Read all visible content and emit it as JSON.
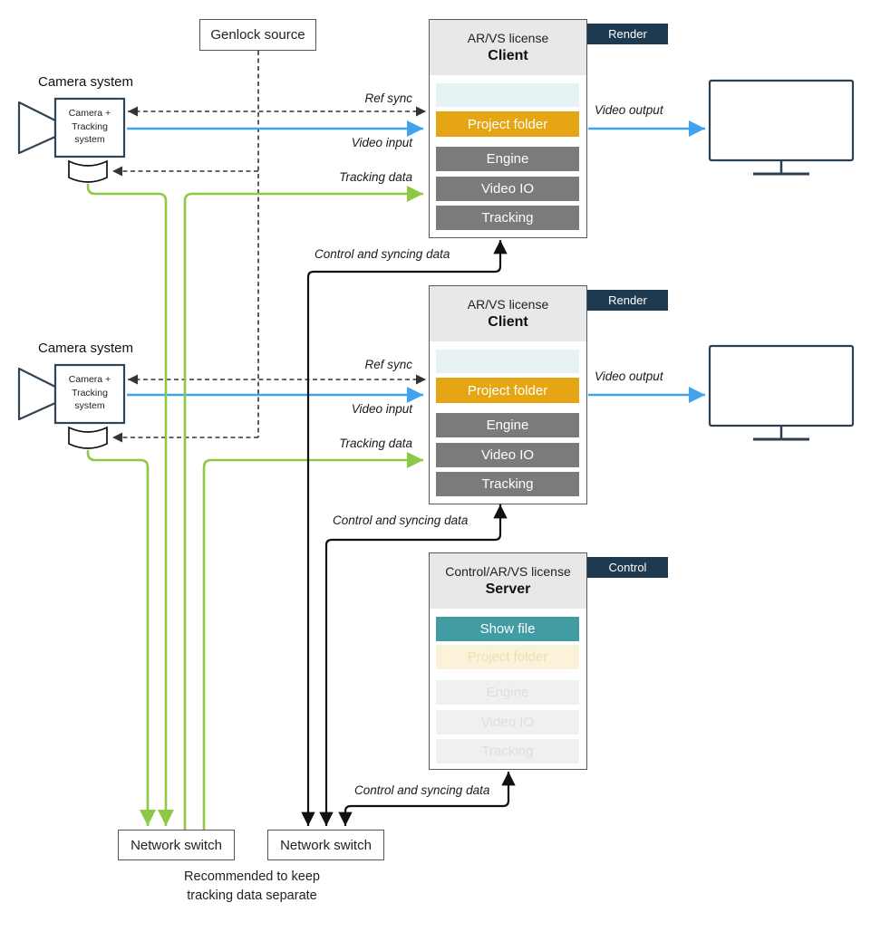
{
  "labels": {
    "ref_sync": "Ref sync",
    "video_input": "Video input",
    "tracking_data": "Tracking data",
    "video_output": "Video output",
    "control_sync": "Control and syncing data"
  },
  "genlock": {
    "label": "Genlock source"
  },
  "cameras": [
    {
      "title": "Camera system",
      "line1": "Camera +",
      "line2": "Tracking",
      "line3": "system"
    },
    {
      "title": "Camera system",
      "line1": "Camera +",
      "line2": "Tracking",
      "line3": "system"
    }
  ],
  "clients": [
    {
      "license": "AR/VS license",
      "role": "Client",
      "tag": "Render",
      "rows": {
        "project_folder": "Project folder",
        "engine": "Engine",
        "video_io": "Video IO",
        "tracking": "Tracking"
      }
    },
    {
      "license": "AR/VS license",
      "role": "Client",
      "tag": "Render",
      "rows": {
        "project_folder": "Project folder",
        "engine": "Engine",
        "video_io": "Video IO",
        "tracking": "Tracking"
      }
    }
  ],
  "server": {
    "license": "Control/AR/VS license",
    "role": "Server",
    "tag": "Control",
    "rows": {
      "show_file": "Show file",
      "project_folder": "Project folder",
      "engine": "Engine",
      "video_io": "Video IO",
      "tracking": "Tracking"
    }
  },
  "switches": [
    {
      "label": "Network switch"
    },
    {
      "label": "Network switch"
    }
  ],
  "note": "Recommended to keep tracking data separate",
  "colors": {
    "accent_orange": "#e6a513",
    "accent_teal": "#419ca3",
    "tag_navy": "#1d3a50",
    "line_green": "#8dc945",
    "line_blue": "#41a3ee",
    "row_gray": "#7b7b7b",
    "row_empty_blue": "#e7f2f5",
    "header_gray": "#e8e8e8"
  }
}
